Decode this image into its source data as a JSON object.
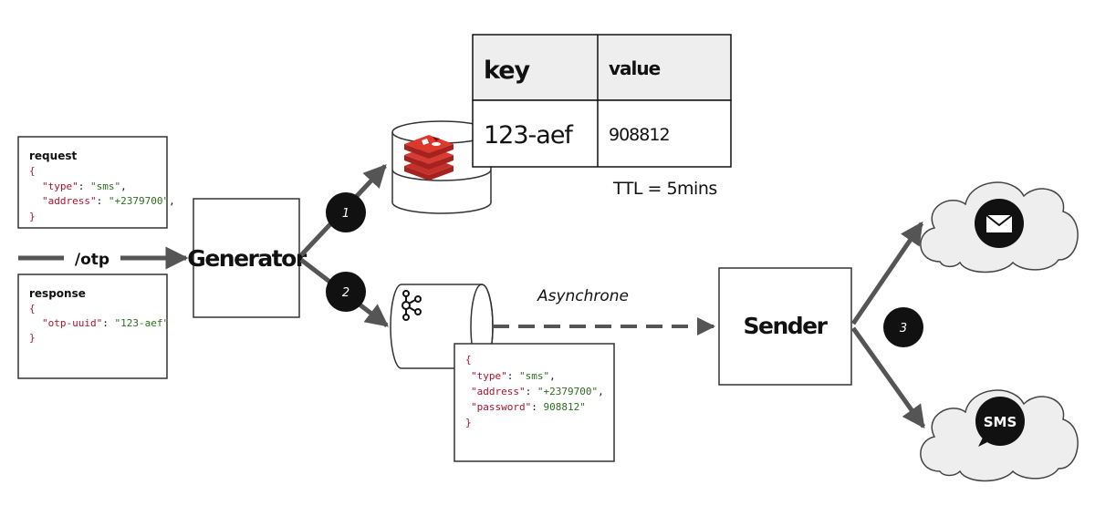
{
  "request_box": {
    "title": "request",
    "open": "{",
    "lines": [
      {
        "key": "\"type\"",
        "sep": ": ",
        "value": "\"sms\"",
        "trail": ","
      },
      {
        "key": "\"address\"",
        "sep": ": ",
        "value": "\"+2379700\"",
        "trail": ","
      }
    ],
    "close": "}"
  },
  "endpoint_label": "/otp",
  "response_box": {
    "title": "response",
    "open": "{",
    "lines": [
      {
        "key": "\"otp-uuid\"",
        "sep": ": ",
        "value": "\"123-aef\"",
        "trail": ""
      }
    ],
    "close": "}"
  },
  "generator_label": "Generator",
  "step_badges": [
    "1",
    "2",
    "3"
  ],
  "kv_table": {
    "headers": [
      "key",
      "value"
    ],
    "row": [
      "123-aef",
      "908812"
    ]
  },
  "ttl_label": "TTL = 5mins",
  "async_label": "Asynchrone",
  "message_box": {
    "open": "{",
    "lines": [
      {
        "key": "\"type\"",
        "sep": ": ",
        "value": "\"sms\"",
        "trail": ","
      },
      {
        "key": "\"address\"",
        "sep": ": ",
        "value": "\"+2379700\"",
        "trail": ","
      },
      {
        "key": "\"password\"",
        "sep": ": ",
        "value": "908812\"",
        "trail": ""
      }
    ],
    "close": "}"
  },
  "sender_label": "Sender",
  "sms_label": "SMS",
  "icons": {
    "redis": "redis-logo-icon",
    "kafka": "kafka-logo-icon",
    "email": "envelope-icon",
    "sms": "sms-bubble-icon"
  },
  "colors": {
    "json_key": "#a8142a",
    "json_value": "#2d6e1e",
    "redis_red": "#c6302b",
    "arrow": "#555555",
    "badge": "#111111",
    "table_header": "#eeeeee"
  }
}
